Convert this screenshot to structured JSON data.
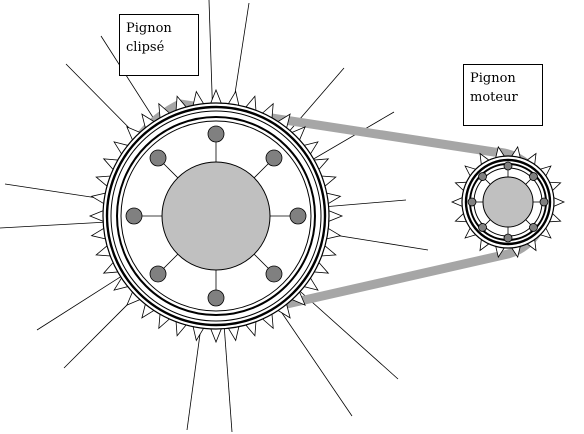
{
  "labels": {
    "left": {
      "line1": "Pignon",
      "line2": "clipsé"
    },
    "right": {
      "line1": "Pignon",
      "line2": "moteur"
    }
  },
  "colors": {
    "chain": "#a6a6a6",
    "hub": "#c0c0c0",
    "bolt": "#808080",
    "stroke": "#000000"
  }
}
